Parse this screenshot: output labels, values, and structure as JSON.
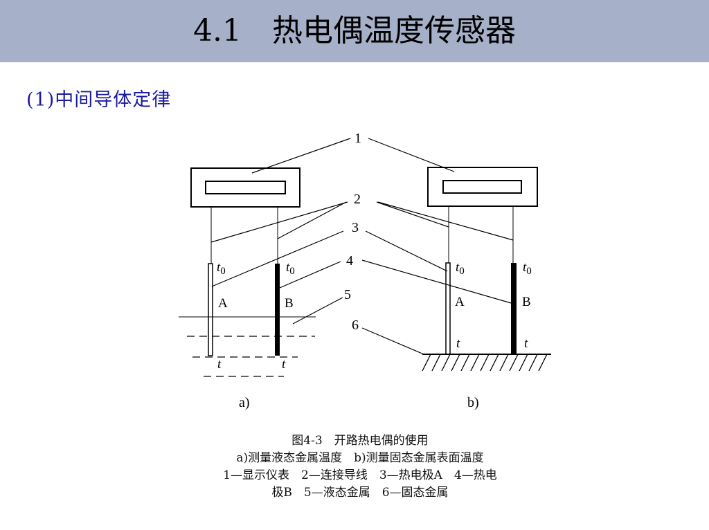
{
  "slide": {
    "title": "4.1　热电偶温度传感器",
    "subtitle": "(1)中间导体定律"
  },
  "diagram": {
    "callouts": [
      "1",
      "2",
      "3",
      "4",
      "5",
      "6"
    ],
    "temp_label_cold": "t0",
    "temp_label_hot": "t",
    "electrode_a": "A",
    "electrode_b": "B",
    "panel_a_label": "a)",
    "panel_b_label": "b)"
  },
  "caption": {
    "line1": "图4-3　开路热电偶的使用",
    "line2": "a)测量液态金属温度　b)测量固态金属表面温度",
    "line3": "1—显示仪表　2—连接导线　3—热电极A　4—热电",
    "line4": "极B　5—液态金属　6—固态金属"
  },
  "colors": {
    "title_bar": "#a6b0c9",
    "subtitle": "#1a1aa0"
  }
}
